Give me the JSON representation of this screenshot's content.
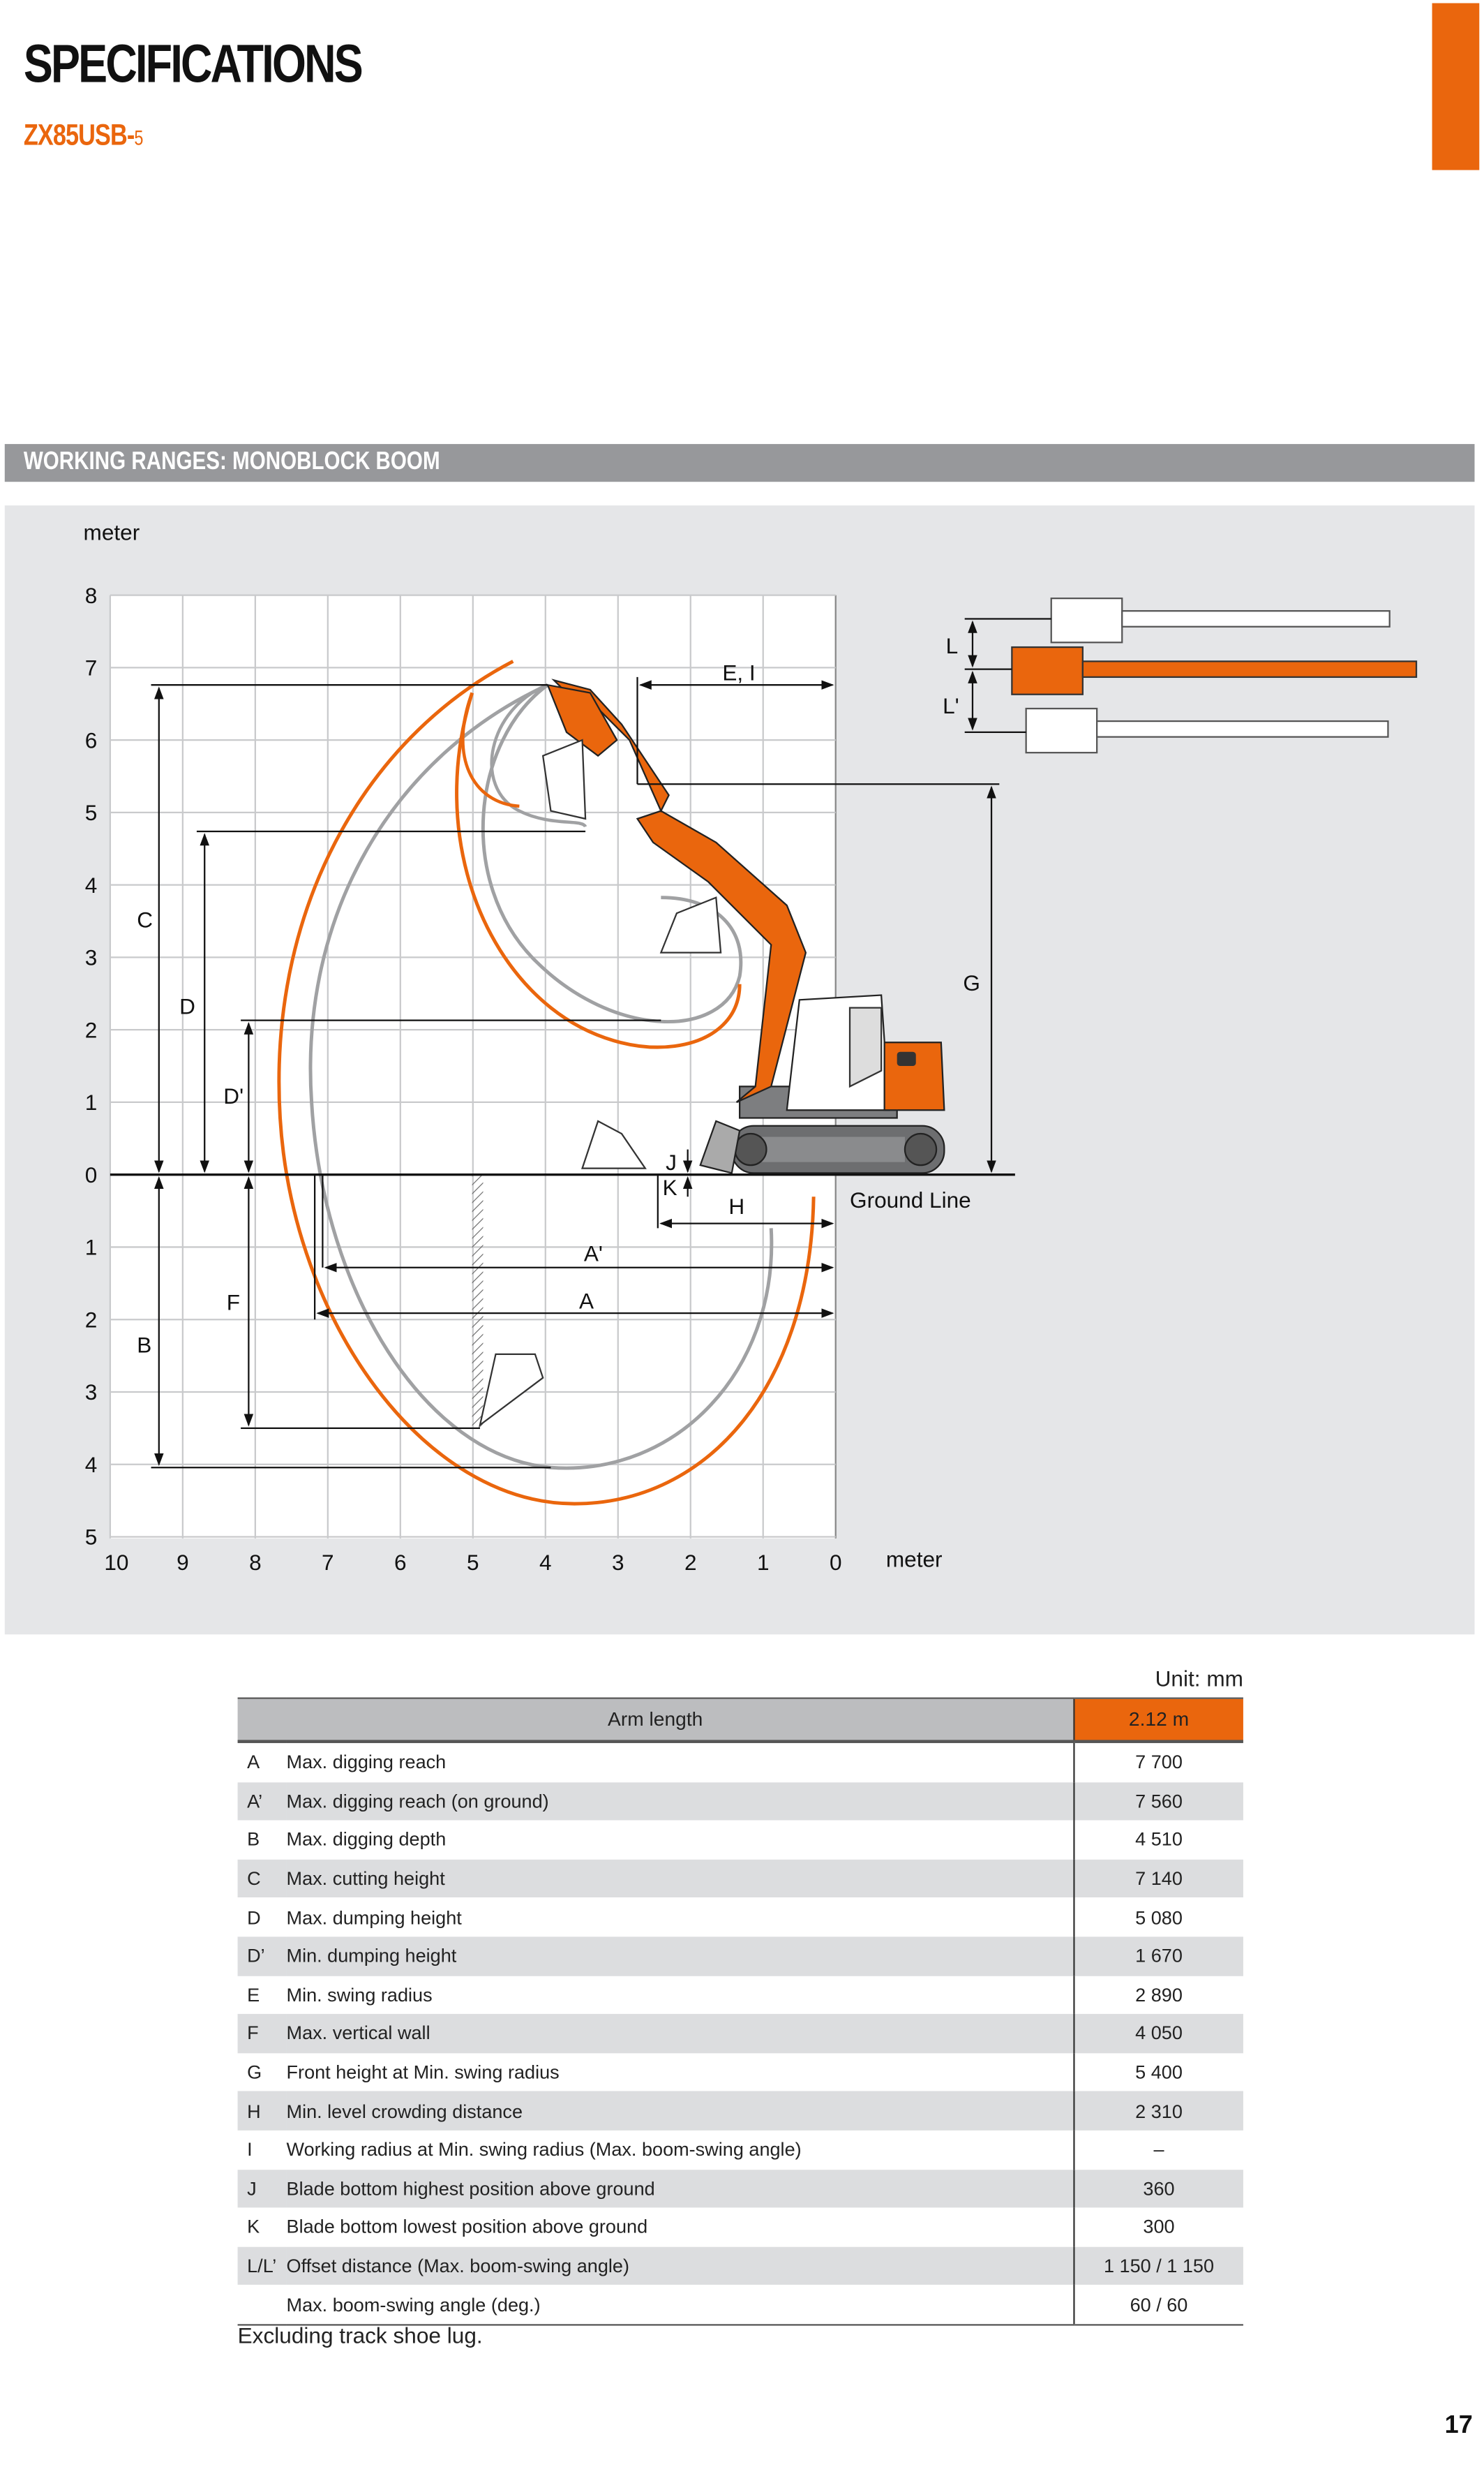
{
  "header": {
    "title": "SPECIFICATIONS",
    "model": "ZX85USB-",
    "model_suffix": "5"
  },
  "section": {
    "title": "WORKING RANGES: MONOBLOCK BOOM"
  },
  "diagram": {
    "y_unit": "meter",
    "x_unit": "meter",
    "y_ticks": [
      "8",
      "7",
      "6",
      "5",
      "4",
      "3",
      "2",
      "1",
      "0",
      "1",
      "2",
      "3",
      "4",
      "5"
    ],
    "x_ticks": [
      "10",
      "9",
      "8",
      "7",
      "6",
      "5",
      "4",
      "3",
      "2",
      "1",
      "0"
    ],
    "labels": {
      "C": "C",
      "D": "D",
      "D_prime": "D'",
      "B": "B",
      "F": "F",
      "A_prime": "A'",
      "A": "A",
      "EI": "E, I",
      "G": "G",
      "H": "H",
      "J": "J",
      "K": "K",
      "L": "L",
      "L_prime": "L'"
    },
    "ground_line": "Ground Line",
    "colors": {
      "accent": "#ea660d",
      "arc_gray": "#a0a1a3",
      "grid": "#c9cacc"
    }
  },
  "table": {
    "unit": "Unit: mm",
    "header": {
      "label": "Arm length",
      "value": "2.12 m"
    },
    "rows": [
      {
        "key": "A",
        "label": "Max. digging reach",
        "value": "7 700"
      },
      {
        "key": "A’",
        "label": "Max. digging reach (on ground)",
        "value": "7 560"
      },
      {
        "key": "B",
        "label": "Max. digging depth",
        "value": "4 510"
      },
      {
        "key": "C",
        "label": "Max. cutting height",
        "value": "7 140"
      },
      {
        "key": "D",
        "label": "Max. dumping height",
        "value": "5 080"
      },
      {
        "key": "D’",
        "label": "Min. dumping height",
        "value": "1 670"
      },
      {
        "key": "E",
        "label": "Min. swing radius",
        "value": "2 890"
      },
      {
        "key": "F",
        "label": "Max. vertical wall",
        "value": "4 050"
      },
      {
        "key": "G",
        "label": "Front height at Min. swing radius",
        "value": "5 400"
      },
      {
        "key": "H",
        "label": "Min. level crowding distance",
        "value": "2 310"
      },
      {
        "key": "I",
        "label": "Working radius at Min. swing radius (Max. boom-swing angle)",
        "value": "–"
      },
      {
        "key": "J",
        "label": "Blade bottom highest position above ground",
        "value": "360"
      },
      {
        "key": "K",
        "label": "Blade bottom lowest position above ground",
        "value": "300"
      },
      {
        "key": "L/L’",
        "label": "Offset distance (Max. boom-swing angle)",
        "value": "1 150 / 1 150"
      },
      {
        "key": "",
        "label": "Max. boom-swing angle (deg.)",
        "value": "60 / 60"
      }
    ],
    "footnote": "Excluding track shoe lug."
  },
  "page_number": "17"
}
